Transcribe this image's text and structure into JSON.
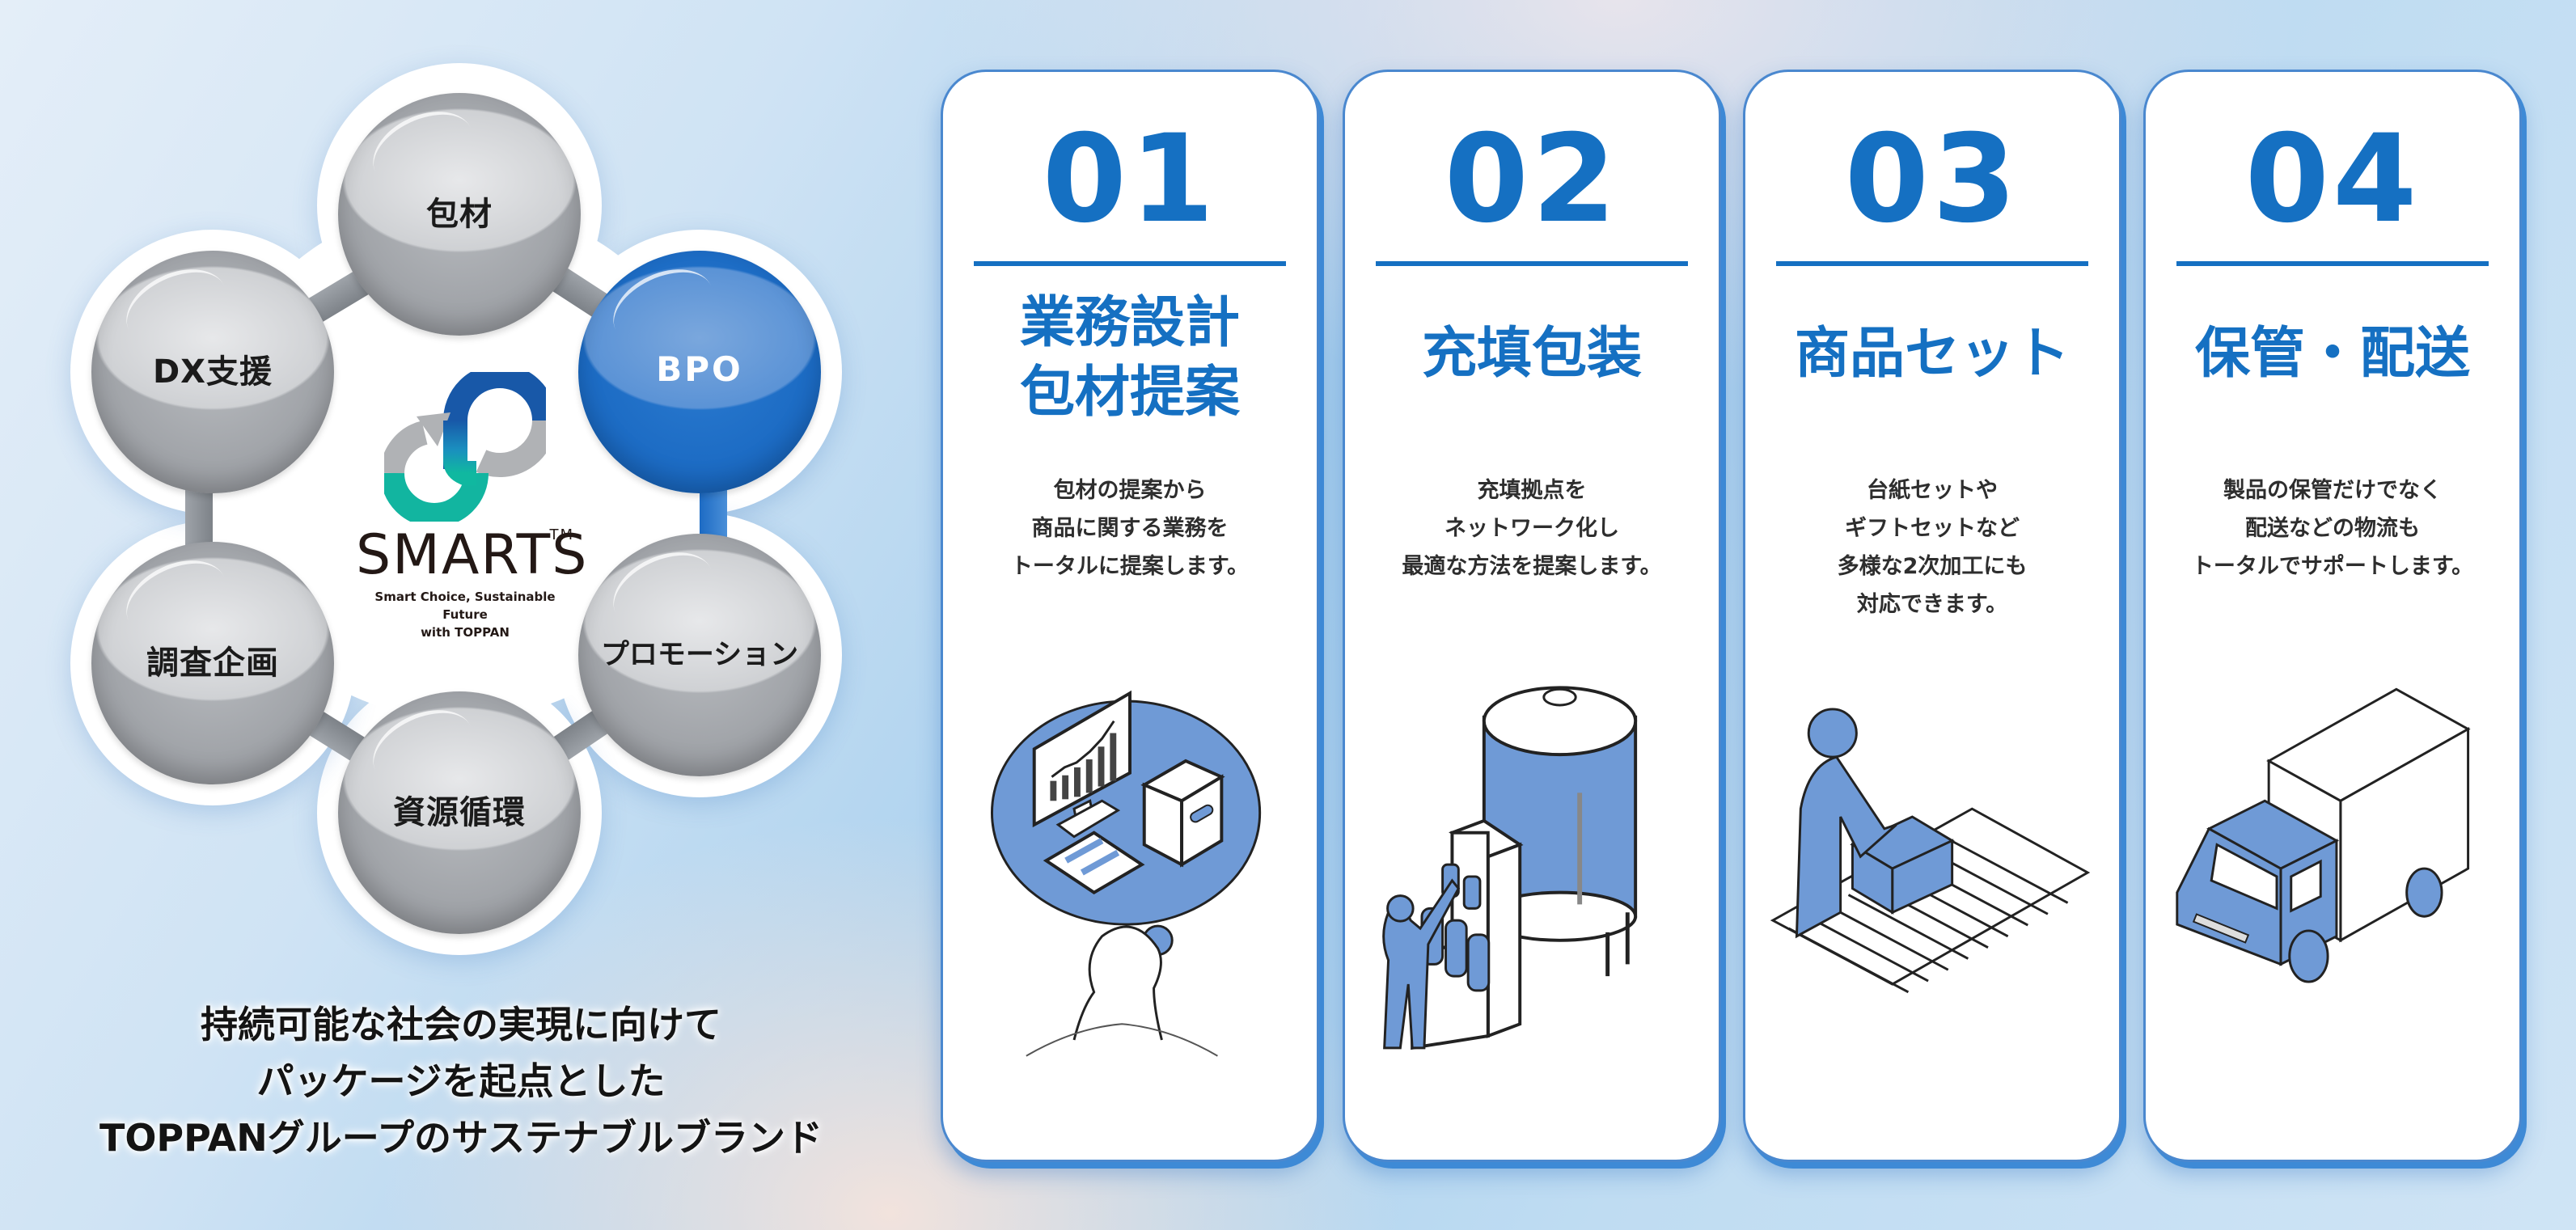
{
  "brand": {
    "name": "SMARTS",
    "trademark": "TM",
    "tagline_line1": "Smart Choice, Sustainable Future",
    "tagline_line2": "with TOPPAN",
    "colors": {
      "blue": "#1f6ebf",
      "gray": "#a8abaf",
      "teal": "#14b3a0"
    }
  },
  "cycle": {
    "nodes": [
      {
        "label": "包材",
        "active": false
      },
      {
        "label": "BPO",
        "active": true
      },
      {
        "label": "プロモーション",
        "active": false
      },
      {
        "label": "資源循環",
        "active": false
      },
      {
        "label": "調査企画",
        "active": false
      },
      {
        "label": "DX支援",
        "active": false
      }
    ]
  },
  "tagline": {
    "line1": "持続可能な社会の実現に向けて",
    "line2": "パッケージを起点とした",
    "line3": "TOPPANグループのサステナブルブランド"
  },
  "cards": [
    {
      "number": "01",
      "title_line1": "業務設計",
      "title_line2": "包材提案",
      "desc_line1": "包材の提案から",
      "desc_line2": "商品に関する業務を",
      "desc_line3": "トータルに提案します。",
      "desc_line4": "",
      "illustration": "thinking-person-with-monitor-and-box"
    },
    {
      "number": "02",
      "title_line1": "充填包装",
      "title_line2": "",
      "desc_line1": "充填拠点を",
      "desc_line2": "ネットワーク化し",
      "desc_line3": "最適な方法を提案します。",
      "desc_line4": "",
      "illustration": "worker-at-filling-tank"
    },
    {
      "number": "03",
      "title_line1": "商品セット",
      "title_line2": "",
      "desc_line1": "台紙セットや",
      "desc_line2": "ギフトセットなど",
      "desc_line3": "多様な2次加工にも",
      "desc_line4": "対応できます。",
      "illustration": "worker-packing-box-on-conveyor"
    },
    {
      "number": "04",
      "title_line1": "保管・配送",
      "title_line2": "",
      "desc_line1": "製品の保管だけでなく",
      "desc_line2": "配送などの物流も",
      "desc_line3": "トータルでサポートします。",
      "desc_line4": "",
      "illustration": "delivery-truck"
    }
  ]
}
